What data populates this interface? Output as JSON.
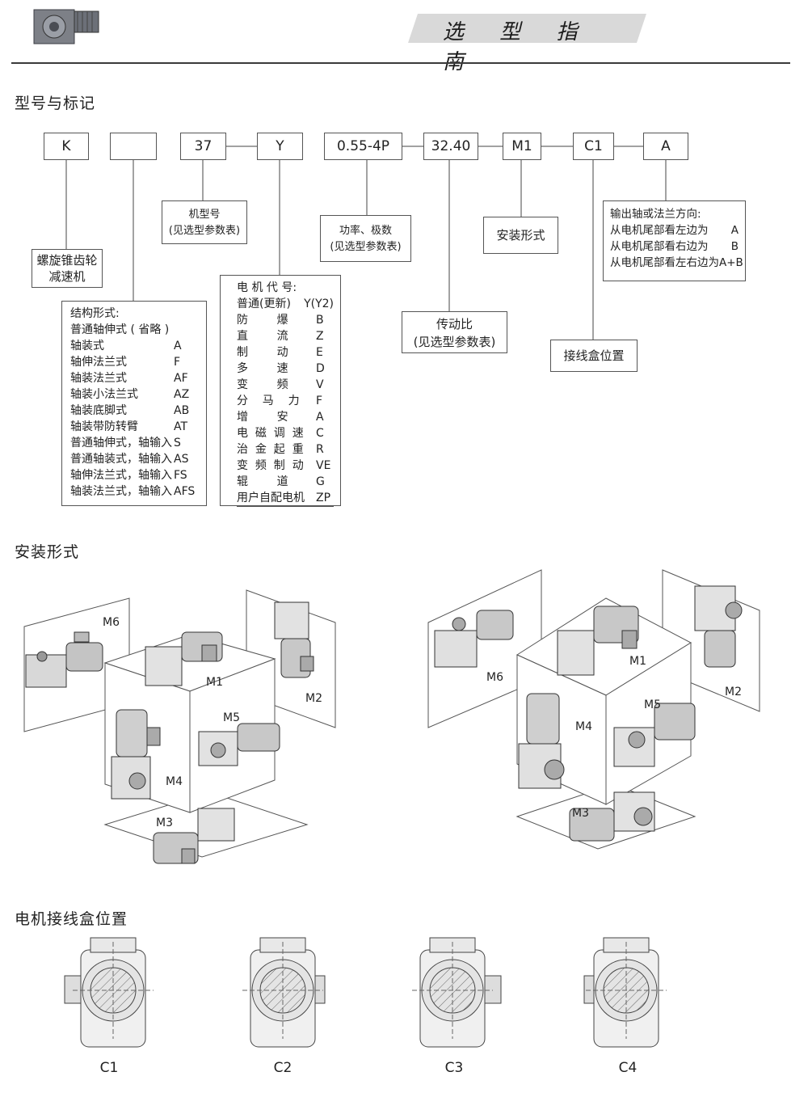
{
  "header": {
    "title": "选 型 指 南"
  },
  "sections": {
    "model": "型号与标记",
    "mounting": "安装形式",
    "terminal": "电机接线盒位置"
  },
  "codes": {
    "series": "K",
    "blank": "",
    "frame": "37",
    "motor": "Y",
    "power": "0.55-4P",
    "ratio": "32.40",
    "mount": "M1",
    "box": "C1",
    "direction": "A"
  },
  "descriptions": {
    "series": [
      "螺旋锥齿轮",
      "减速机"
    ],
    "frame": [
      "机型号",
      "(见选型参数表)"
    ],
    "power": [
      "功率、极数",
      "(见选型参数表)"
    ],
    "ratio": [
      "传动比",
      "(见选型参数表)"
    ],
    "mount": "安装形式",
    "box": "接线盒位置",
    "direction": {
      "title": "输出轴或法兰方向:",
      "items": [
        {
          "k": "从电机尾部看左边为",
          "v": "A"
        },
        {
          "k": "从电机尾部看右边为",
          "v": "B"
        },
        {
          "k": "从电机尾部看左右边为",
          "v": "A+B"
        }
      ]
    }
  },
  "structure": {
    "title": "结构形式:",
    "items": [
      {
        "k": "普通轴伸式 ( 省略 )",
        "v": ""
      },
      {
        "k": "轴装式",
        "v": "A"
      },
      {
        "k": "轴伸法兰式",
        "v": "F"
      },
      {
        "k": "轴装法兰式",
        "v": "AF"
      },
      {
        "k": "轴装小法兰式",
        "v": "AZ"
      },
      {
        "k": "轴装底脚式",
        "v": "AB"
      },
      {
        "k": "轴装带防转臂",
        "v": "AT"
      },
      {
        "k": "普通轴伸式，轴输入",
        "v": "S"
      },
      {
        "k": "普通轴装式，轴输入",
        "v": "AS"
      },
      {
        "k": "轴伸法兰式，轴输入",
        "v": "FS"
      },
      {
        "k": "轴装法兰式，轴输入",
        "v": "AFS"
      }
    ]
  },
  "motor_codes": {
    "title": "电 机 代 号:",
    "items": [
      {
        "k": "普通(更新)",
        "v": "Y(Y2)"
      },
      {
        "k": "防        爆",
        "v": "B"
      },
      {
        "k": "直        流",
        "v": "Z"
      },
      {
        "k": "制        动",
        "v": "E"
      },
      {
        "k": "多        速",
        "v": "D"
      },
      {
        "k": "变        频",
        "v": "V"
      },
      {
        "k": "分    马    力",
        "v": "F"
      },
      {
        "k": "增        安",
        "v": "A"
      },
      {
        "k": "电  磁  调  速",
        "v": "C"
      },
      {
        "k": "治  金  起  重",
        "v": "R"
      },
      {
        "k": "变  频  制  动",
        "v": "VE"
      },
      {
        "k": "辊        道",
        "v": "G"
      },
      {
        "k": "用户自配电机",
        "v": "ZP"
      }
    ]
  },
  "mounting_labels": [
    "M1",
    "M2",
    "M3",
    "M4",
    "M5",
    "M6"
  ],
  "terminal_labels": [
    "C1",
    "C2",
    "C3",
    "C4"
  ]
}
